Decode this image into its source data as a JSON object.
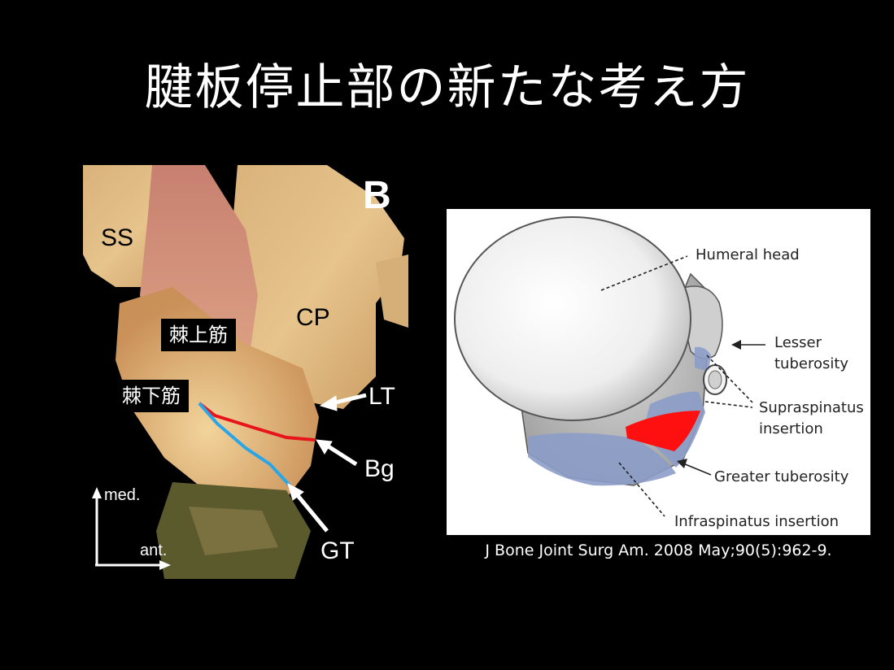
{
  "slide": {
    "title": "腱板停止部の新たな考え方"
  },
  "photo": {
    "panel_letter": "B",
    "labels": {
      "ss": "SS",
      "cp": "CP",
      "lt": "LT",
      "bg": "Bg",
      "gt": "GT"
    },
    "japanese_labels": {
      "supraspinatus": "棘上筋",
      "infraspinatus": "棘下筋"
    },
    "axes": {
      "vertical": "med.",
      "horizontal": "ant."
    },
    "colors": {
      "boundary_red": "#e8141c",
      "boundary_blue": "#2aa6e8"
    }
  },
  "diagram": {
    "labels": {
      "humeral_head": "Humeral head",
      "lesser_tuberosity_line1": "Lesser",
      "lesser_tuberosity_line2": "tuberosity",
      "supraspinatus_line1": "Supraspinatus",
      "supraspinatus_line2": "insertion",
      "greater_tuberosity": "Greater tuberosity",
      "infraspinatus": "Infraspinatus insertion"
    },
    "colors": {
      "insertion_blue": "#8c9cc8",
      "insertion_red": "#ff1010"
    }
  },
  "citation": "J Bone Joint Surg Am. 2008 May;90(5):962-9."
}
